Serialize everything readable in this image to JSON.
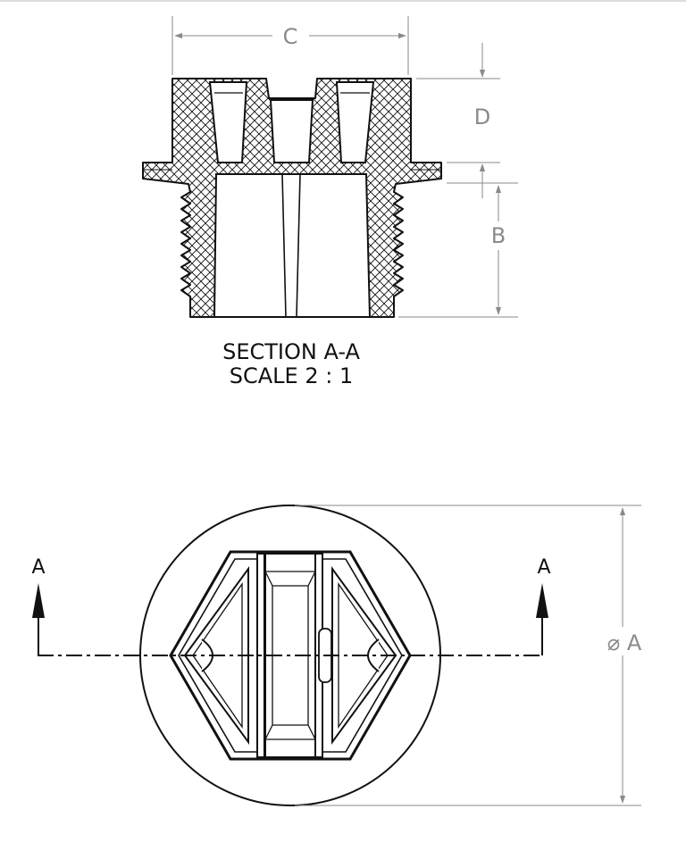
{
  "section_view": {
    "title": "SECTION A-A",
    "scale": "SCALE 2 : 1",
    "dim_c": "C",
    "dim_d": "D",
    "dim_b": "B"
  },
  "top_view": {
    "section_mark_left": "A",
    "section_mark_right": "A",
    "dim_a": "⌀ A"
  },
  "colors": {
    "line": "#111111",
    "dimension": "#8a8a8a",
    "background": "#ffffff"
  }
}
